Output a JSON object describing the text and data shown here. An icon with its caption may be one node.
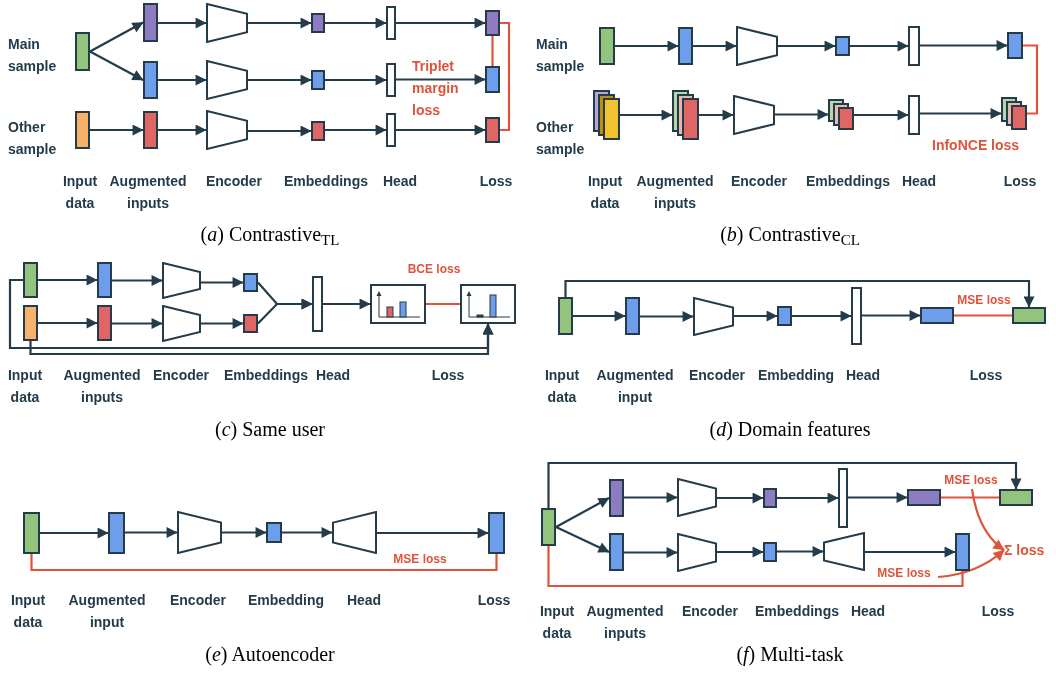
{
  "diagram": {
    "nodes": [
      {
        "text": [],
        "shape": "box"
      },
      {
        "text": [],
        "shape": "box"
      },
      {
        "text": [],
        "shape": "box"
      },
      {
        "text": [],
        "shape": "box"
      },
      {
        "text": [],
        "shape": "box"
      },
      {
        "text": [],
        "shape": "trapezoid"
      },
      {
        "text": [],
        "shape": "trapezoid"
      },
      {
        "text": [],
        "shape": "trapezoid"
      },
      {
        "text": [],
        "shape": "box"
      },
      {
        "text": [],
        "shape": "box"
      },
      {
        "text": [],
        "shape": "box"
      },
      {
        "text": [],
        "shape": "box"
      },
      {
        "text": [],
        "shape": "box"
      },
      {
        "text": [],
        "shape": "box"
      },
      {
        "text": [],
        "shape": "box"
      },
      {
        "text": [],
        "shape": "box"
      },
      {
        "text": [],
        "shape": "box"
      },
      {
        "text": [],
        "shape": "box"
      },
      {
        "text": [],
        "shape": "stack"
      },
      {
        "text": [],
        "shape": "box"
      },
      {
        "text": [],
        "shape": "stack"
      },
      {
        "text": [],
        "shape": "trapezoid"
      },
      {
        "text": [],
        "shape": "trapezoid"
      },
      {
        "text": [],
        "shape": "box"
      },
      {
        "text": [],
        "shape": "stack"
      },
      {
        "text": [],
        "shape": "box"
      },
      {
        "text": [],
        "shape": "box"
      },
      {
        "text": [],
        "shape": "box"
      },
      {
        "text": [],
        "shape": "stack"
      },
      {
        "text": [],
        "shape": "box"
      },
      {
        "text": [],
        "shape": "box"
      },
      {
        "text": [],
        "shape": "box"
      },
      {
        "text": [],
        "shape": "box"
      },
      {
        "text": [],
        "shape": "trapezoid"
      },
      {
        "text": [],
        "shape": "trapezoid"
      },
      {
        "text": [],
        "shape": "box"
      },
      {
        "text": [],
        "shape": "box"
      },
      {
        "text": [],
        "shape": "box"
      },
      {
        "text": [],
        "shape": "picture"
      },
      {
        "text": [],
        "shape": "picture"
      },
      {
        "text": [],
        "shape": "box"
      },
      {
        "text": [],
        "shape": "box"
      },
      {
        "text": [],
        "shape": "trapezoid"
      },
      {
        "text": [],
        "shape": "box"
      },
      {
        "text": [],
        "shape": "box"
      },
      {
        "text": [],
        "shape": "box"
      },
      {
        "text": [],
        "shape": "box"
      },
      {
        "text": [],
        "shape": "box"
      },
      {
        "text": [],
        "shape": "box"
      },
      {
        "text": [],
        "shape": "trapezoid"
      },
      {
        "text": [],
        "shape": "box"
      },
      {
        "text": [],
        "shape": "trapezoid"
      },
      {
        "text": [],
        "shape": "box"
      },
      {
        "text": [],
        "shape": "box"
      },
      {
        "text": [],
        "shape": "box"
      },
      {
        "text": [],
        "shape": "box"
      },
      {
        "text": [],
        "shape": "trapezoid"
      },
      {
        "text": [],
        "shape": "trapezoid"
      },
      {
        "text": [],
        "shape": "box"
      },
      {
        "text": [],
        "shape": "box"
      },
      {
        "text": [],
        "shape": "box"
      },
      {
        "text": [],
        "shape": "trapezoid"
      },
      {
        "text": [],
        "shape": "box"
      },
      {
        "text": [],
        "shape": "box"
      },
      {
        "text": [],
        "shape": "box"
      },
      {
        "text": [
          "Σ loss"
        ]
      }
    ],
    "edges": [
      {
        "from": 0,
        "to": 2,
        "arrow": "to"
      },
      {
        "from": 0,
        "to": 3,
        "arrow": "to"
      },
      {
        "from": 1,
        "to": 4,
        "arrow": "to"
      },
      {
        "from": 2,
        "to": 5,
        "arrow": "to"
      },
      {
        "from": 3,
        "to": 6,
        "arrow": "to"
      },
      {
        "from": 4,
        "to": 7,
        "arrow": "to"
      },
      {
        "from": 5,
        "to": 8,
        "arrow": "to"
      },
      {
        "from": 6,
        "to": 9,
        "arrow": "to"
      },
      {
        "from": 7,
        "to": 10,
        "arrow": "to"
      },
      {
        "from": 8,
        "to": 11,
        "arrow": "to"
      },
      {
        "from": 9,
        "to": 12,
        "arrow": "to"
      },
      {
        "from": 10,
        "to": 13,
        "arrow": "to"
      },
      {
        "from": 11,
        "to": 14,
        "arrow": "to"
      },
      {
        "from": 12,
        "to": 15,
        "arrow": "to"
      },
      {
        "from": 13,
        "to": 16,
        "arrow": "to"
      },
      {
        "from": 14,
        "to": 16,
        "arrow": "none",
        "color": "#e0533a"
      },
      {
        "from": 14,
        "to": 15,
        "arrow": "none",
        "color": "#e0533a"
      },
      {
        "from": 17,
        "to": 19,
        "arrow": "to"
      },
      {
        "from": 18,
        "to": 20,
        "arrow": "to"
      },
      {
        "from": 19,
        "to": 21,
        "arrow": "to"
      },
      {
        "from": 20,
        "to": 22,
        "arrow": "to"
      },
      {
        "from": 21,
        "to": 23,
        "arrow": "to"
      },
      {
        "from": 22,
        "to": 24,
        "arrow": "to"
      },
      {
        "from": 23,
        "to": 25,
        "arrow": "to"
      },
      {
        "from": 24,
        "to": 26,
        "arrow": "to"
      },
      {
        "from": 25,
        "to": 27,
        "arrow": "to"
      },
      {
        "from": 26,
        "to": 28,
        "arrow": "to"
      },
      {
        "from": 27,
        "to": 28,
        "arrow": "none",
        "color": "#e0533a"
      },
      {
        "from": 29,
        "to": 31,
        "arrow": "to"
      },
      {
        "from": 30,
        "to": 32,
        "arrow": "to"
      },
      {
        "from": 31,
        "to": 33,
        "arrow": "to"
      },
      {
        "from": 32,
        "to": 34,
        "arrow": "to"
      },
      {
        "from": 33,
        "to": 35,
        "arrow": "to"
      },
      {
        "from": 34,
        "to": 36,
        "arrow": "to"
      },
      {
        "from": 35,
        "to": 37,
        "arrow": "to"
      },
      {
        "from": 36,
        "to": 37,
        "arrow": "to"
      },
      {
        "from": 37,
        "to": 38,
        "arrow": "to"
      },
      {
        "from": 38,
        "to": 39,
        "arrow": "none",
        "color": "#e0533a",
        "label": "BCE loss"
      },
      {
        "from": 29,
        "to": 39,
        "arrow": "to"
      },
      {
        "from": 30,
        "to": 39,
        "arrow": "to"
      },
      {
        "from": 40,
        "to": 41,
        "arrow": "to"
      },
      {
        "from": 41,
        "to": 42,
        "arrow": "to"
      },
      {
        "from": 42,
        "to": 43,
        "arrow": "to"
      },
      {
        "from": 43,
        "to": 44,
        "arrow": "to"
      },
      {
        "from": 44,
        "to": 45,
        "arrow": "to"
      },
      {
        "from": 45,
        "to": 46,
        "arrow": "none",
        "color": "#e0533a",
        "label": "MSE loss"
      },
      {
        "from": 40,
        "to": 46,
        "arrow": "to"
      },
      {
        "from": 47,
        "to": 48,
        "arrow": "to"
      },
      {
        "from": 48,
        "to": 49,
        "arrow": "to"
      },
      {
        "from": 49,
        "to": 50,
        "arrow": "to"
      },
      {
        "from": 50,
        "to": 51,
        "arrow": "to"
      },
      {
        "from": 51,
        "to": 52,
        "arrow": "to"
      },
      {
        "from": 47,
        "to": 52,
        "arrow": "none",
        "color": "#e0533a",
        "label": "MSE loss"
      },
      {
        "from": 53,
        "to": 54,
        "arrow": "to"
      },
      {
        "from": 53,
        "to": 55,
        "arrow": "to"
      },
      {
        "from": 54,
        "to": 56,
        "arrow": "to"
      },
      {
        "from": 55,
        "to": 57,
        "arrow": "to"
      },
      {
        "from": 56,
        "to": 58,
        "arrow": "to"
      },
      {
        "from": 57,
        "to": 59,
        "arrow": "to"
      },
      {
        "from": 58,
        "to": 60,
        "arrow": "to"
      },
      {
        "from": 59,
        "to": 61,
        "arrow": "to"
      },
      {
        "from": 60,
        "to": 62,
        "arrow": "to"
      },
      {
        "from": 61,
        "to": 64,
        "arrow": "to"
      },
      {
        "from": 62,
        "to": 63,
        "arrow": "none",
        "color": "#e0533a",
        "label": "MSE loss"
      },
      {
        "from": 53,
        "to": 64,
        "arrow": "none",
        "color": "#e0533a",
        "label": "MSE loss"
      },
      {
        "from": 53,
        "to": 63,
        "arrow": "to"
      },
      {
        "from": null,
        "to": 65,
        "arrow": "to",
        "color": "#e0533a"
      },
      {
        "from": null,
        "to": 65,
        "arrow": "to",
        "color": "#e0533a"
      }
    ],
    "labels": [
      "Main sample",
      "Other sample",
      "Input data",
      "Augmented inputs",
      "Encoder",
      "Embeddings",
      "Head",
      "Loss",
      "Triplet margin loss",
      "(*a*) Contrastive$_{TL}$",
      "Main sample",
      "Other sample",
      "Input data",
      "Augmented inputs",
      "Encoder",
      "Embeddings",
      "Head",
      "Loss",
      "InfoNCE loss",
      "(*b*) Contrastive$_{CL}$",
      "Input data",
      "Augmented inputs",
      "Encoder",
      "Embeddings",
      "Head",
      "Loss",
      "(*c*) Same user",
      "Input data",
      "Augmented input",
      "Encoder",
      "Embedding",
      "Head",
      "Loss",
      "(*d*) Domain features",
      "Input data",
      "Augmented input",
      "Encoder",
      "Embedding",
      "Head",
      "Loss",
      "(*e*) Autoencoder",
      "Input data",
      "Augmented inputs",
      "Encoder",
      "Embeddings",
      "Head",
      "Loss",
      "(*f*) Multi-task"
    ]
  }
}
